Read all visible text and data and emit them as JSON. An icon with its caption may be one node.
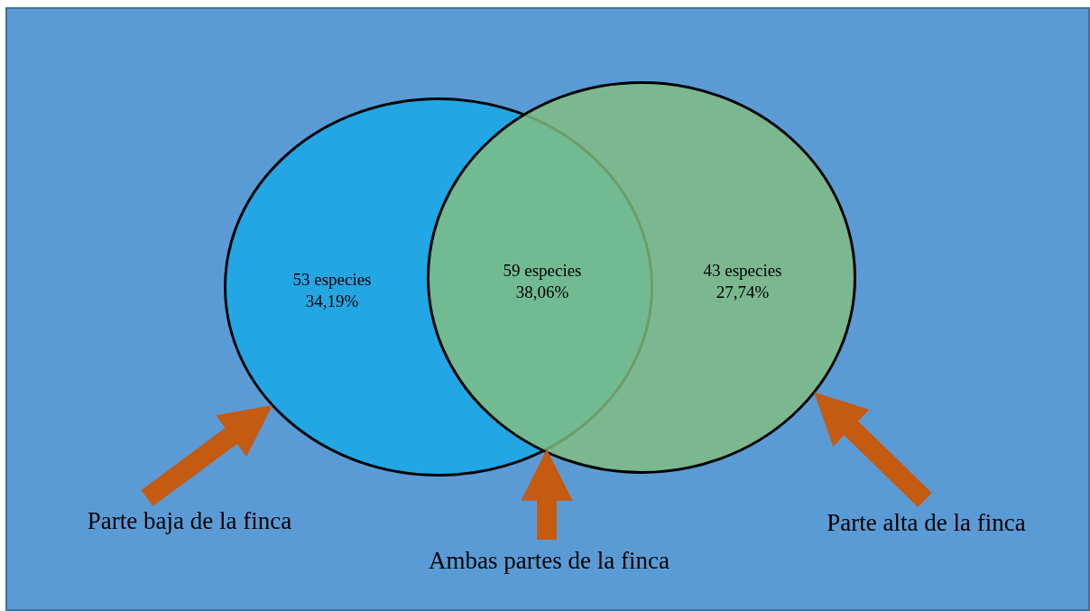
{
  "diagram": {
    "nodes": [
      {
        "text": [
          "53 especies",
          "34,19%"
        ]
      },
      {
        "text": [
          "43 especies",
          "27,74%"
        ]
      },
      {
        "text": [
          "Parte baja de la finca"
        ]
      },
      {
        "text": [
          "Ambas partes de la finca"
        ]
      },
      {
        "text": [
          "Parte alta de la finca"
        ]
      }
    ],
    "edges": [
      {
        "from": 2,
        "to": 0,
        "arrow": "to"
      },
      {
        "from": 3,
        "to": 0,
        "arrow": "to"
      },
      {
        "from": 4,
        "to": 1,
        "arrow": "to"
      }
    ],
    "labels": [
      "59 especies",
      "38,06%"
    ]
  }
}
